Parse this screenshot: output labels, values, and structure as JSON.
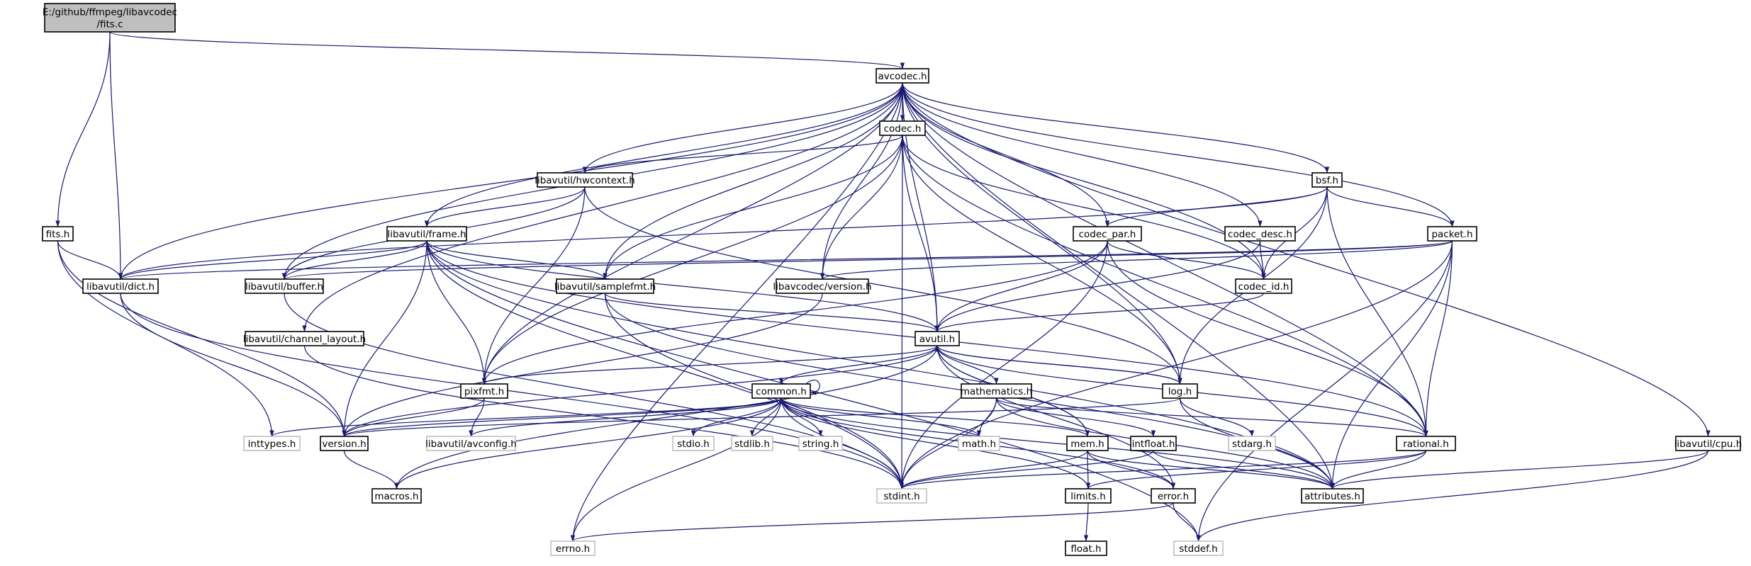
{
  "graph": {
    "colors": {
      "edge": "#191970",
      "node_border": "#000000",
      "system_border": "#bfbfbf",
      "root_fill": "#bfbfbf",
      "node_fill": "#ffffff",
      "text": "#000000"
    },
    "nodes": [
      {
        "id": "root",
        "lines": [
          "E:/github/ffmpeg/libavcodec",
          "/fits.c"
        ],
        "kind": "root"
      },
      {
        "id": "avcodec",
        "lines": [
          "avcodec.h"
        ],
        "kind": "file"
      },
      {
        "id": "codec",
        "lines": [
          "codec.h"
        ],
        "kind": "file"
      },
      {
        "id": "hwcontext",
        "lines": [
          "libavutil/hwcontext.h"
        ],
        "kind": "file"
      },
      {
        "id": "bsf",
        "lines": [
          "bsf.h"
        ],
        "kind": "file"
      },
      {
        "id": "fits",
        "lines": [
          "fits.h"
        ],
        "kind": "file"
      },
      {
        "id": "frame",
        "lines": [
          "libavutil/frame.h"
        ],
        "kind": "file"
      },
      {
        "id": "codec_par",
        "lines": [
          "codec_par.h"
        ],
        "kind": "file"
      },
      {
        "id": "codec_desc",
        "lines": [
          "codec_desc.h"
        ],
        "kind": "file"
      },
      {
        "id": "packet",
        "lines": [
          "packet.h"
        ],
        "kind": "file"
      },
      {
        "id": "dict",
        "lines": [
          "libavutil/dict.h"
        ],
        "kind": "file"
      },
      {
        "id": "buffer",
        "lines": [
          "libavutil/buffer.h"
        ],
        "kind": "file"
      },
      {
        "id": "samplefmt",
        "lines": [
          "libavutil/samplefmt.h"
        ],
        "kind": "file"
      },
      {
        "id": "lavc_version",
        "lines": [
          "libavcodec/version.h"
        ],
        "kind": "file"
      },
      {
        "id": "codec_id",
        "lines": [
          "codec_id.h"
        ],
        "kind": "file"
      },
      {
        "id": "avutil",
        "lines": [
          "avutil.h"
        ],
        "kind": "file"
      },
      {
        "id": "channel_layout",
        "lines": [
          "libavutil/channel_layout.h"
        ],
        "kind": "file"
      },
      {
        "id": "pixfmt",
        "lines": [
          "pixfmt.h"
        ],
        "kind": "file"
      },
      {
        "id": "common",
        "lines": [
          "common.h"
        ],
        "kind": "file"
      },
      {
        "id": "mathematics",
        "lines": [
          "mathematics.h"
        ],
        "kind": "file"
      },
      {
        "id": "log",
        "lines": [
          "log.h"
        ],
        "kind": "file"
      },
      {
        "id": "inttypes",
        "lines": [
          "inttypes.h"
        ],
        "kind": "system"
      },
      {
        "id": "version",
        "lines": [
          "version.h"
        ],
        "kind": "file"
      },
      {
        "id": "avconfig",
        "lines": [
          "libavutil/avconfig.h"
        ],
        "kind": "system"
      },
      {
        "id": "stdio",
        "lines": [
          "stdio.h"
        ],
        "kind": "system"
      },
      {
        "id": "stdlib",
        "lines": [
          "stdlib.h"
        ],
        "kind": "system"
      },
      {
        "id": "string",
        "lines": [
          "string.h"
        ],
        "kind": "system"
      },
      {
        "id": "math",
        "lines": [
          "math.h"
        ],
        "kind": "system"
      },
      {
        "id": "mem",
        "lines": [
          "mem.h"
        ],
        "kind": "file"
      },
      {
        "id": "intfloat",
        "lines": [
          "intfloat.h"
        ],
        "kind": "file"
      },
      {
        "id": "stdarg",
        "lines": [
          "stdarg.h"
        ],
        "kind": "system"
      },
      {
        "id": "rational",
        "lines": [
          "rational.h"
        ],
        "kind": "file"
      },
      {
        "id": "cpu",
        "lines": [
          "libavutil/cpu.h"
        ],
        "kind": "file"
      },
      {
        "id": "macros",
        "lines": [
          "macros.h"
        ],
        "kind": "file"
      },
      {
        "id": "stdint",
        "lines": [
          "stdint.h"
        ],
        "kind": "system"
      },
      {
        "id": "limits",
        "lines": [
          "limits.h"
        ],
        "kind": "file"
      },
      {
        "id": "error",
        "lines": [
          "error.h"
        ],
        "kind": "file"
      },
      {
        "id": "attributes",
        "lines": [
          "attributes.h"
        ],
        "kind": "file"
      },
      {
        "id": "float",
        "lines": [
          "float.h"
        ],
        "kind": "file"
      },
      {
        "id": "errno",
        "lines": [
          "errno.h"
        ],
        "kind": "system"
      },
      {
        "id": "stddef",
        "lines": [
          "stddef.h"
        ],
        "kind": "system"
      }
    ],
    "edges": [
      [
        "root",
        "avcodec"
      ],
      [
        "root",
        "fits"
      ],
      [
        "root",
        "dict"
      ],
      [
        "fits",
        "dict"
      ],
      [
        "fits",
        "version"
      ],
      [
        "fits",
        "inttypes"
      ],
      [
        "avcodec",
        "codec"
      ],
      [
        "avcodec",
        "hwcontext"
      ],
      [
        "avcodec",
        "bsf"
      ],
      [
        "avcodec",
        "frame"
      ],
      [
        "avcodec",
        "codec_par"
      ],
      [
        "avcodec",
        "codec_desc"
      ],
      [
        "avcodec",
        "packet"
      ],
      [
        "avcodec",
        "dict"
      ],
      [
        "avcodec",
        "buffer"
      ],
      [
        "avcodec",
        "samplefmt"
      ],
      [
        "avcodec",
        "lavc_version"
      ],
      [
        "avcodec",
        "codec_id"
      ],
      [
        "avcodec",
        "avutil"
      ],
      [
        "avcodec",
        "channel_layout"
      ],
      [
        "avcodec",
        "pixfmt"
      ],
      [
        "avcodec",
        "log"
      ],
      [
        "avcodec",
        "rational"
      ],
      [
        "avcodec",
        "cpu"
      ],
      [
        "avcodec",
        "attributes"
      ],
      [
        "avcodec",
        "errno"
      ],
      [
        "codec",
        "hwcontext"
      ],
      [
        "codec",
        "samplefmt"
      ],
      [
        "codec",
        "lavc_version"
      ],
      [
        "codec",
        "codec_id"
      ],
      [
        "codec",
        "avutil"
      ],
      [
        "codec",
        "pixfmt"
      ],
      [
        "codec",
        "log"
      ],
      [
        "codec",
        "rational"
      ],
      [
        "codec",
        "stdint"
      ],
      [
        "hwcontext",
        "frame"
      ],
      [
        "hwcontext",
        "buffer"
      ],
      [
        "hwcontext",
        "pixfmt"
      ],
      [
        "hwcontext",
        "log"
      ],
      [
        "bsf",
        "dict"
      ],
      [
        "bsf",
        "codec_par"
      ],
      [
        "bsf",
        "packet"
      ],
      [
        "bsf",
        "codec_id"
      ],
      [
        "bsf",
        "log"
      ],
      [
        "bsf",
        "rational"
      ],
      [
        "frame",
        "dict"
      ],
      [
        "frame",
        "buffer"
      ],
      [
        "frame",
        "samplefmt"
      ],
      [
        "frame",
        "avutil"
      ],
      [
        "frame",
        "pixfmt"
      ],
      [
        "frame",
        "version"
      ],
      [
        "frame",
        "rational"
      ],
      [
        "frame",
        "stdint"
      ],
      [
        "frame",
        "stddef"
      ],
      [
        "frame",
        "attributes"
      ],
      [
        "codec_par",
        "codec_id"
      ],
      [
        "codec_par",
        "avutil"
      ],
      [
        "codec_par",
        "pixfmt"
      ],
      [
        "codec_par",
        "rational"
      ],
      [
        "codec_par",
        "stdint"
      ],
      [
        "codec_desc",
        "codec_id"
      ],
      [
        "codec_desc",
        "avutil"
      ],
      [
        "packet",
        "buffer"
      ],
      [
        "packet",
        "dict"
      ],
      [
        "packet",
        "lavc_version"
      ],
      [
        "packet",
        "rational"
      ],
      [
        "packet",
        "stdint"
      ],
      [
        "packet",
        "stddef"
      ],
      [
        "packet",
        "attributes"
      ],
      [
        "dict",
        "version"
      ],
      [
        "dict",
        "stdint"
      ],
      [
        "buffer",
        "stdint"
      ],
      [
        "samplefmt",
        "avutil"
      ],
      [
        "samplefmt",
        "stdint"
      ],
      [
        "samplefmt",
        "attributes"
      ],
      [
        "lavc_version",
        "version"
      ],
      [
        "codec_id",
        "avutil"
      ],
      [
        "channel_layout",
        "stdint"
      ],
      [
        "avutil",
        "common"
      ],
      [
        "avutil",
        "mathematics"
      ],
      [
        "avutil",
        "log"
      ],
      [
        "avutil",
        "rational"
      ],
      [
        "avutil",
        "pixfmt"
      ],
      [
        "avutil",
        "version"
      ],
      [
        "avutil",
        "macros"
      ],
      [
        "avutil",
        "error"
      ],
      [
        "avutil",
        "mem"
      ],
      [
        "pixfmt",
        "avconfig"
      ],
      [
        "pixfmt",
        "version"
      ],
      [
        "common",
        "common"
      ],
      [
        "common",
        "inttypes"
      ],
      [
        "common",
        "version"
      ],
      [
        "common",
        "avconfig"
      ],
      [
        "common",
        "stdio"
      ],
      [
        "common",
        "stdlib"
      ],
      [
        "common",
        "string"
      ],
      [
        "common",
        "math"
      ],
      [
        "common",
        "mem"
      ],
      [
        "common",
        "macros"
      ],
      [
        "common",
        "stdint"
      ],
      [
        "common",
        "limits"
      ],
      [
        "common",
        "errno"
      ],
      [
        "common",
        "attributes"
      ],
      [
        "common",
        "error"
      ],
      [
        "mathematics",
        "math"
      ],
      [
        "mathematics",
        "rational"
      ],
      [
        "mathematics",
        "intfloat"
      ],
      [
        "mathematics",
        "stdint"
      ],
      [
        "mathematics",
        "attributes"
      ],
      [
        "log",
        "stdarg"
      ],
      [
        "log",
        "version"
      ],
      [
        "log",
        "attributes"
      ],
      [
        "log",
        "avutil"
      ],
      [
        "mem",
        "limits"
      ],
      [
        "mem",
        "stdint"
      ],
      [
        "mem",
        "error"
      ],
      [
        "mem",
        "attributes"
      ],
      [
        "mem",
        "avutil"
      ],
      [
        "intfloat",
        "stdint"
      ],
      [
        "intfloat",
        "attributes"
      ],
      [
        "rational",
        "attributes"
      ],
      [
        "rational",
        "limits"
      ],
      [
        "rational",
        "stdint"
      ],
      [
        "cpu",
        "attributes"
      ],
      [
        "cpu",
        "stddef"
      ],
      [
        "version",
        "macros"
      ],
      [
        "limits",
        "float"
      ],
      [
        "error",
        "errno"
      ],
      [
        "error",
        "stddef"
      ]
    ]
  }
}
